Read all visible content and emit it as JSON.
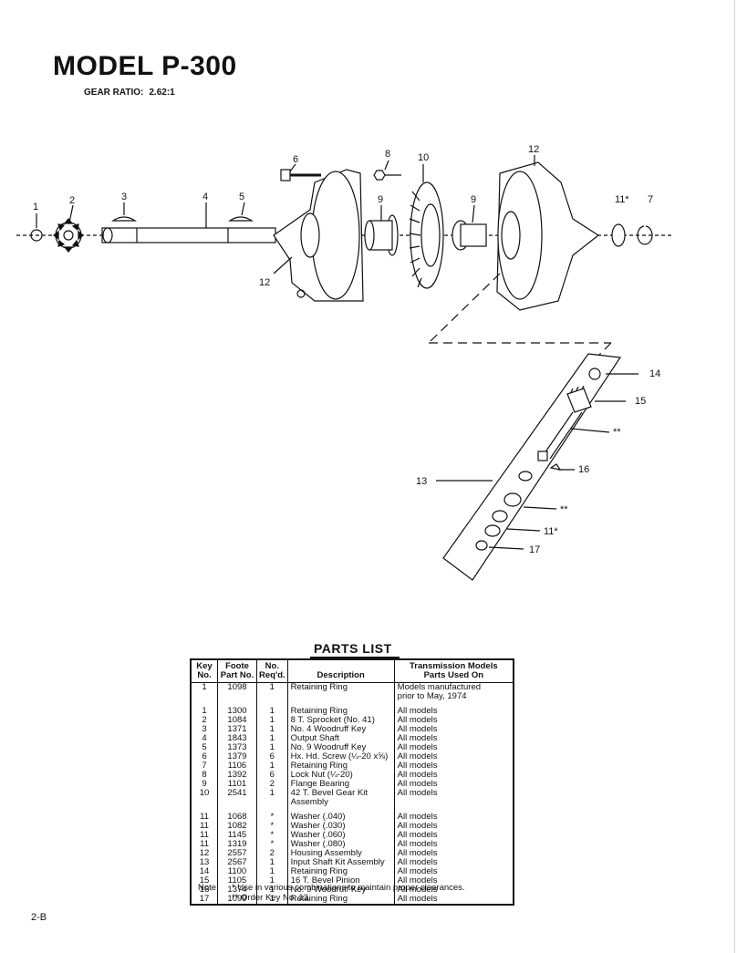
{
  "header": {
    "title": "MODEL P-300",
    "gear_ratio_label": "GEAR RATIO:",
    "gear_ratio_value": "2.62:1"
  },
  "diagram_labels": {
    "k1": "1",
    "k2": "2",
    "k3": "3",
    "k4": "4",
    "k5": "5",
    "k6": "6",
    "k8": "8",
    "k9a": "9",
    "k9b": "9",
    "k10": "10",
    "k11": "11*",
    "k7": "7",
    "k12a": "12",
    "k12b": "12",
    "k13": "13",
    "k14": "14",
    "k15": "15",
    "k16": "16",
    "kss1": "**",
    "kss2": "**",
    "k11b": "11*",
    "k17": "17"
  },
  "parts_list": {
    "title": "PARTS LIST",
    "headers": {
      "key": [
        "Key",
        "No."
      ],
      "part": [
        "Foote",
        "Part No."
      ],
      "qty": [
        "No.",
        "Req'd."
      ],
      "desc": "Description",
      "models": [
        "Transmission Models",
        "Parts Used On"
      ]
    },
    "rows": [
      {
        "key": "1",
        "part": "1098",
        "qty": "1",
        "desc": "Retaining Ring",
        "models": "Models manufactured",
        "desc2": "",
        "models2": "prior to May, 1974"
      },
      {
        "key": "1",
        "part": "1300",
        "qty": "1",
        "desc": "Retaining Ring",
        "models": "All models"
      },
      {
        "key": "2",
        "part": "1084",
        "qty": "1",
        "desc": "8 T. Sprocket (No. 41)",
        "models": "All models"
      },
      {
        "key": "3",
        "part": "1371",
        "qty": "1",
        "desc": "No. 4 Woodruff Key",
        "models": "All models"
      },
      {
        "key": "4",
        "part": "1843",
        "qty": "1",
        "desc": "Output Shaft",
        "models": "All models"
      },
      {
        "key": "5",
        "part": "1373",
        "qty": "1",
        "desc": "No. 9 Woodruff Key",
        "models": "All models"
      },
      {
        "key": "6",
        "part": "1379",
        "qty": "6",
        "desc": "Hx. Hd. Screw (¼-20 x⅝)",
        "models": "All models"
      },
      {
        "key": "7",
        "part": "1106",
        "qty": "1",
        "desc": "Retaining Ring",
        "models": "All models"
      },
      {
        "key": "8",
        "part": "1392",
        "qty": "6",
        "desc": "Lock Nut (¼-20)",
        "models": "All models"
      },
      {
        "key": "9",
        "part": "1101",
        "qty": "2",
        "desc": "Flange Bearing",
        "models": "All models"
      },
      {
        "key": "10",
        "part": "2541",
        "qty": "1",
        "desc": "42 T. Bevel Gear Kit",
        "models": "All models",
        "desc2": "Assembly",
        "models2": ""
      },
      {
        "key": "11",
        "part": "1068",
        "qty": "*",
        "desc": "Washer (.040)",
        "models": "All models"
      },
      {
        "key": "11",
        "part": "1082",
        "qty": "*",
        "desc": "Washer (.030)",
        "models": "All models"
      },
      {
        "key": "11",
        "part": "1145",
        "qty": "*",
        "desc": "Washer (.060)",
        "models": "All models"
      },
      {
        "key": "11",
        "part": "1319",
        "qty": "*",
        "desc": "Washer (.080)",
        "models": "All models"
      },
      {
        "key": "12",
        "part": "2557",
        "qty": "2",
        "desc": "Housing Assembly",
        "models": "All models"
      },
      {
        "key": "13",
        "part": "2567",
        "qty": "1",
        "desc": "Input Shaft Kit Assembly",
        "models": "All models"
      },
      {
        "key": "14",
        "part": "1100",
        "qty": "1",
        "desc": "Retaining Ring",
        "models": "All models"
      },
      {
        "key": "15",
        "part": "1105",
        "qty": "1",
        "desc": "16 T. Bevel Pinion",
        "models": "All models"
      },
      {
        "key": "16",
        "part": "1374",
        "qty": "1",
        "desc": "No. 9 Woodruff Key",
        "models": "All models"
      },
      {
        "key": "17",
        "part": "1099",
        "qty": "1",
        "desc": "Retaining Ring",
        "models": "All models"
      }
    ]
  },
  "notes": {
    "label": "Note:",
    "line1": "* Use in various combinations to maintain proper clearances.",
    "line2": "** Order Key No. 13."
  },
  "page_number": "2-B"
}
